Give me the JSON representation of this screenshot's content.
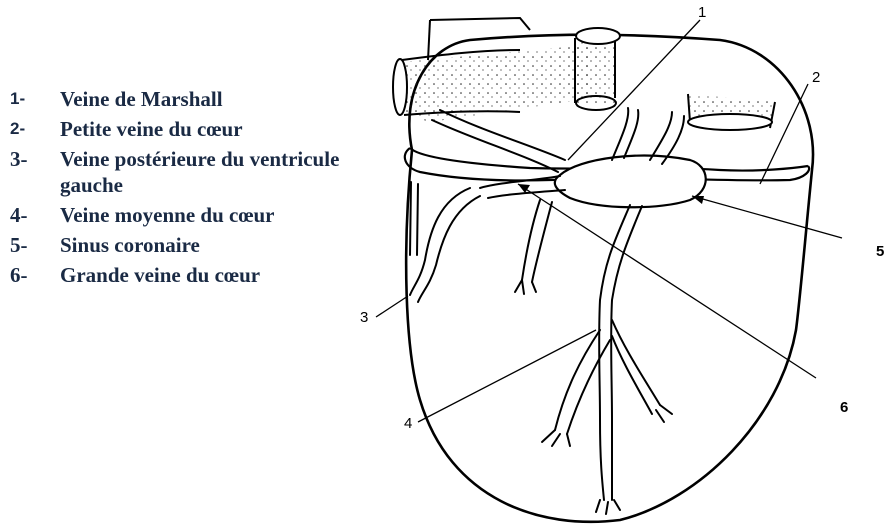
{
  "legend": {
    "items": [
      {
        "num": "1-",
        "text": "Veine de Marshall"
      },
      {
        "num": "2-",
        "text": "Petite veine du cœur"
      },
      {
        "num": "3-",
        "text": "Veine postérieure du ventricule gauche"
      },
      {
        "num": "4-",
        "text": "Veine moyenne du cœur"
      },
      {
        "num": "5-",
        "text": "Sinus coronaire"
      },
      {
        "num": "6-",
        "text": "Grande veine du cœur"
      }
    ]
  },
  "labels": {
    "l1": "1",
    "l2": "2",
    "l3": "3",
    "l4": "4",
    "l5": "5",
    "l6": "6"
  }
}
